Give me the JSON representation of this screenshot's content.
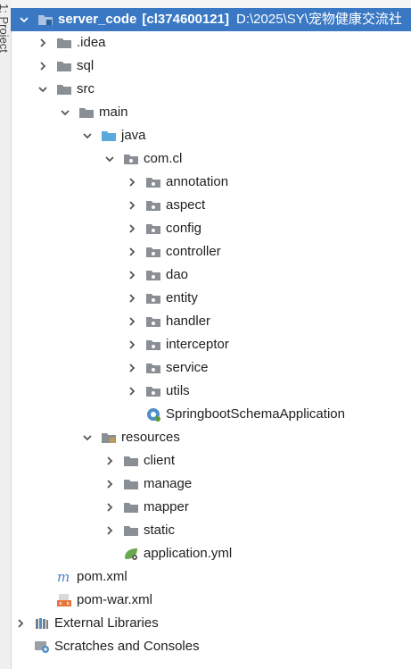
{
  "side_panel": {
    "label": "1: Project"
  },
  "colors": {
    "selection": "#3a78c4",
    "folder": "#8a8f96",
    "source_folder": "#5aa9dc"
  },
  "tree": {
    "root": {
      "name": "server_code",
      "module": "[cl374600121]",
      "path": "D:\\2025\\SY\\宠物健康交流社"
    },
    "idea": ".idea",
    "sql": "sql",
    "src": "src",
    "main": "main",
    "java": "java",
    "package": "com.cl",
    "packages": [
      "annotation",
      "aspect",
      "config",
      "controller",
      "dao",
      "entity",
      "handler",
      "interceptor",
      "service",
      "utils"
    ],
    "app_class": "SpringbootSchemaApplication",
    "resources": "resources",
    "resource_dirs": [
      "client",
      "manage",
      "mapper",
      "static"
    ],
    "app_yml": "application.yml",
    "pom": "pom.xml",
    "pom_war": "pom-war.xml",
    "external_libraries": "External Libraries",
    "scratches": "Scratches and Consoles"
  }
}
